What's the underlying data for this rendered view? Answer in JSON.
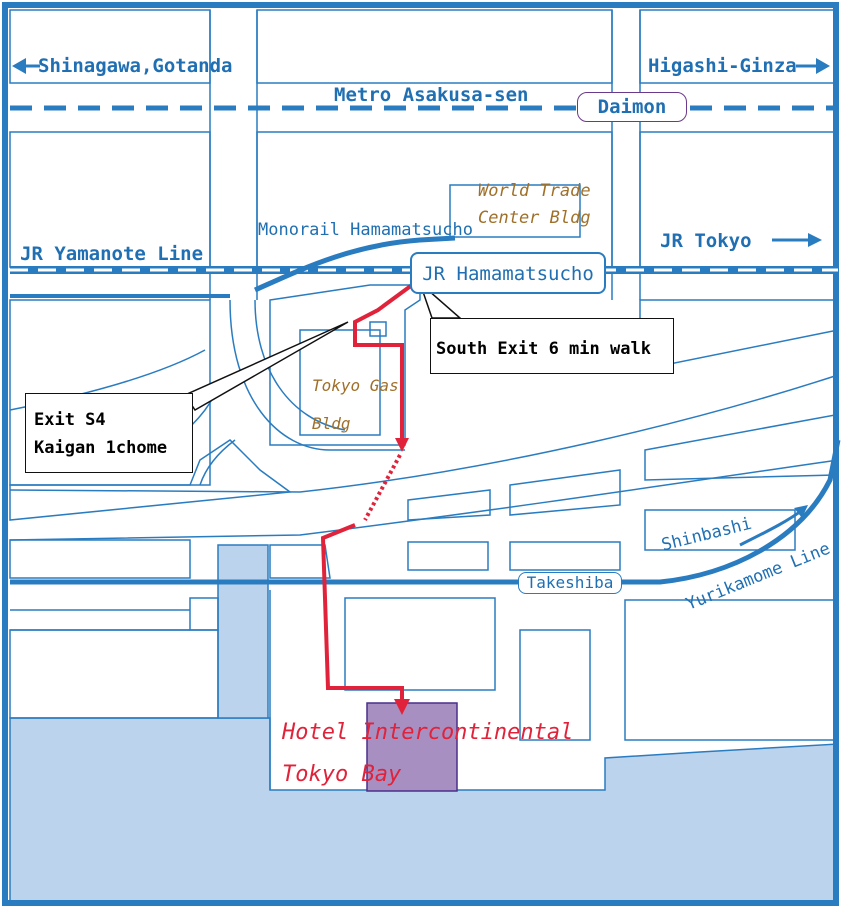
{
  "labels": {
    "shinagawa": "Shinagawa,Gotanda",
    "higashi_ginza": "Higashi-Ginza",
    "metro_line": "Metro Asakusa-sen",
    "daimon": "Daimon",
    "wtc_line1": "World Trade",
    "wtc_line2": "Center Bldg",
    "monorail": "Monorail Hamamatsucho",
    "yamanote": "JR Yamanote Line",
    "jr_tokyo": "JR Tokyo",
    "jr_hamamatsucho": "JR Hamamatsucho",
    "south_exit": "South Exit 6 min walk",
    "exit_s4_line1": "Exit S4",
    "exit_s4_line2": "Kaigan 1chome",
    "tokyo_gas_line1": "Tokyo Gas",
    "tokyo_gas_line2": "Bldg",
    "shinbashi": "Shinbashi",
    "yurikamome": "Yurikamome Line",
    "takeshiba": "Takeshiba",
    "hotel_line1": "Hotel Intercontinental",
    "hotel_line2": "Tokyo Bay"
  },
  "colors": {
    "road_outline": "#2a7cc0",
    "rail": "#2a7cc0",
    "water": "#bcd3ee",
    "route": "#e0233a",
    "hotel_block": "#a88fc2",
    "building_label": "#a0702a"
  }
}
